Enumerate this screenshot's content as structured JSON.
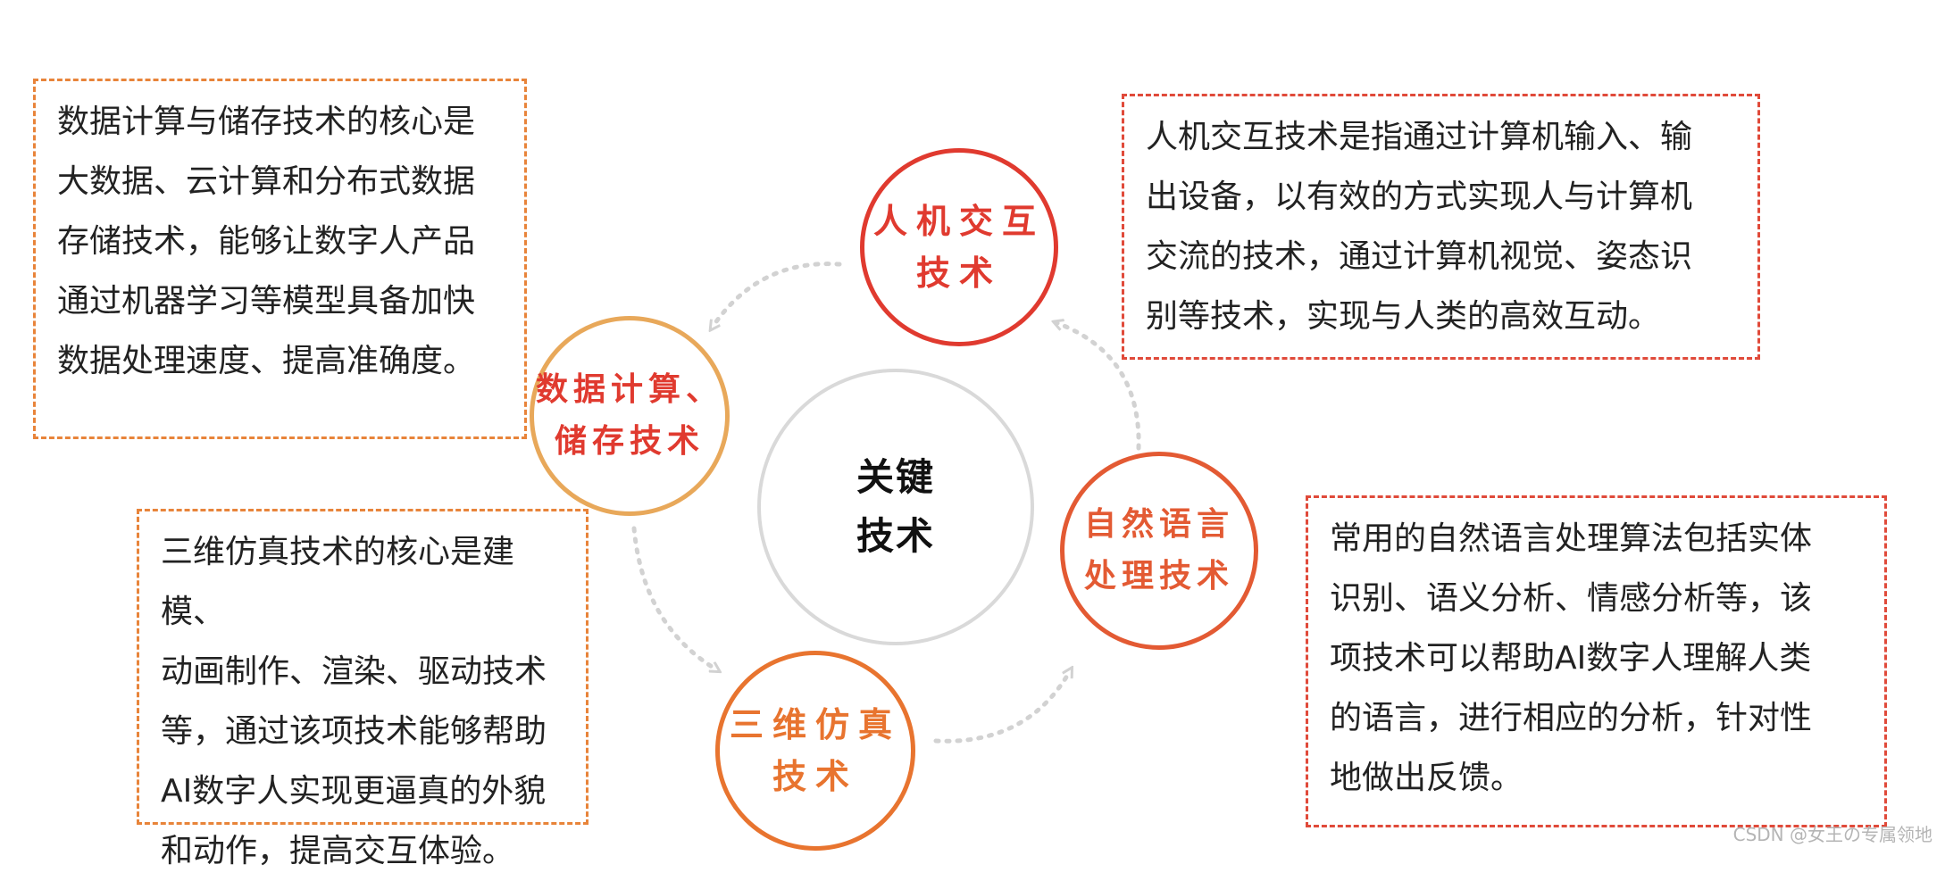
{
  "center": {
    "label": "关键\n技术"
  },
  "nodes": {
    "hci": {
      "label": "人机交互\n技术"
    },
    "data": {
      "label": "数据计算、\n储存技术"
    },
    "sim": {
      "label": "三维仿真\n技术"
    },
    "nlp": {
      "label": "自然语言\n处理技术"
    }
  },
  "descriptions": {
    "data": "数据计算与储存技术的核心是\n大数据、云计算和分布式数据\n存储技术，能够让数字人产品\n通过机器学习等模型具备加快\n数据处理速度、提高准确度。",
    "hci": "人机交互技术是指通过计算机输入、输\n出设备，以有效的方式实现人与计算机\n交流的技术，通过计算机视觉、姿态识\n别等技术，实现与人类的高效互动。",
    "sim": "三维仿真技术的核心是建模、\n动画制作、渲染、驱动技术\n等，通过该项技术能够帮助\nAI数字人实现更逼真的外貌\n和动作，提高交互体验。",
    "nlp": "常用的自然语言处理算法包括实体\n识别、语义分析、情感分析等，该\n项技术可以帮助AI数字人理解人类\n的语言，进行相应的分析，针对性\n地做出反馈。"
  },
  "colors": {
    "hci": "#e03a2f",
    "data": "#e8a85a",
    "data_text": "#e03a2f",
    "sim": "#e8742f",
    "nlp": "#e35a33",
    "arrow": "#d2d2d2"
  },
  "watermark": "CSDN @女王の专属领地"
}
